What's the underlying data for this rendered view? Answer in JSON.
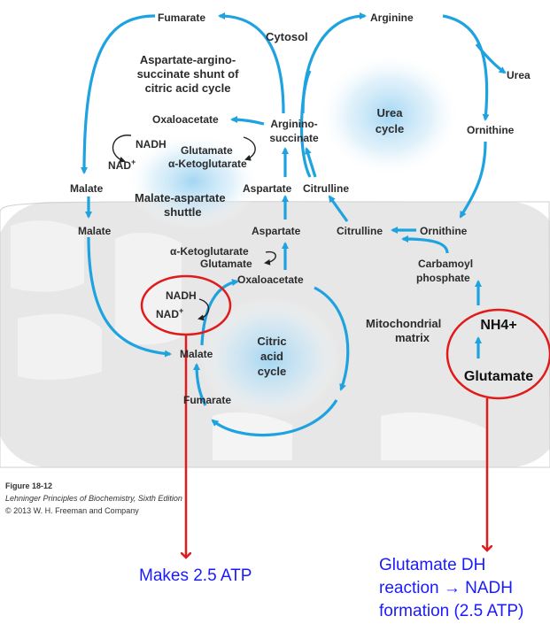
{
  "compartments": {
    "cytosol": "Cytosol",
    "matrix_line1": "Mitochondrial",
    "matrix_line2": "matrix"
  },
  "shunt_title": [
    "Aspartate-argino-",
    "succinate shunt of",
    "citric acid cycle"
  ],
  "shuttle_title": [
    "Malate-aspartate",
    "shuttle"
  ],
  "urea_cycle": [
    "Urea",
    "cycle"
  ],
  "citric_cycle": [
    "Citric",
    "acid",
    "cycle"
  ],
  "metabolites": {
    "fumarate_top": "Fumarate",
    "arginine": "Arginine",
    "urea": "Urea",
    "ornithine_cyto": "Ornithine",
    "argininosuccinate": [
      "Arginino-",
      "succinate"
    ],
    "oxaloacetate_cyto": "Oxaloacetate",
    "nadh_cyto": "NADH",
    "nad_cyto": "NAD",
    "glutamate_cyto": "Glutamate",
    "aketo_cyto": "α-Ketoglutarate",
    "malate_cyto": "Malate",
    "aspartate_cyto": "Aspartate",
    "citrulline_cyto": "Citrulline",
    "malate_mito": "Malate",
    "aspartate_mito": "Aspartate",
    "citrulline_mito": "Citrulline",
    "ornithine_mito": "Ornithine",
    "aketo_mito": "α-Ketoglutarate",
    "glutamate_mito": "Glutamate",
    "oxaloacetate_mito": "Oxaloacetate",
    "carbamoyl": [
      "Carbamoyl",
      "phosphate"
    ],
    "nadh_mito": "NADH",
    "nad_mito": "NAD",
    "malate_cycle": "Malate",
    "fumarate_mito": "Fumarate"
  },
  "annotations": {
    "nh4": "NH4+",
    "glutamate": "Glutamate",
    "makes_atp": "Makes 2.5 ATP",
    "gdh": [
      "Glutamate DH",
      "reaction → NADH",
      "formation (2.5 ATP)"
    ]
  },
  "figure_caption": {
    "number": "Figure 18-12",
    "book": "Lehninger Principles of Biochemistry, Sixth Edition",
    "copyright": "© 2013 W. H. Freeman and Company"
  },
  "colors": {
    "flow": "#1ea2e0",
    "highlight": "#e01b1b",
    "note": "#1a1aff",
    "membrane": "#e6e6e6"
  }
}
